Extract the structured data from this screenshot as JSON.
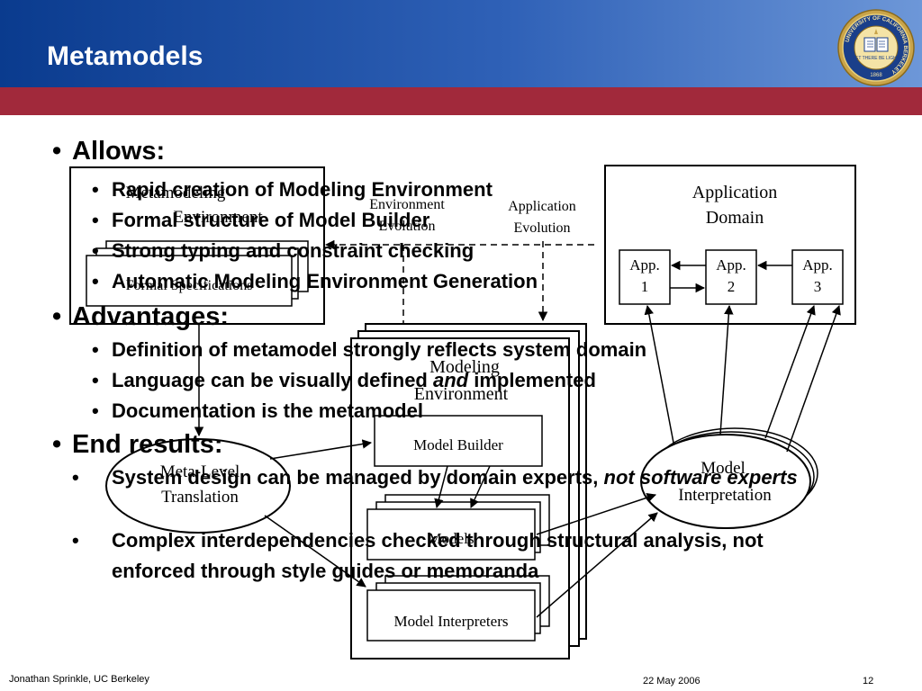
{
  "slide": {
    "title": "Metamodels",
    "footer_author": "Jonathan Sprinkle, UC Berkeley",
    "footer_date": "22 May 2006",
    "page_number": "12",
    "seal_text": "UNIVERSITY OF CALIFORNIA BERKELEY",
    "seal_year": "1868",
    "seal_motto": "LET THERE BE LIGHT"
  },
  "bullets": {
    "allows": {
      "heading": "Allows:",
      "items": [
        "Rapid creation of Modeling Environment",
        "Formal structure of Model Builder",
        "Strong typing and constraint checking",
        "Automatic Modeling Environment Generation"
      ]
    },
    "advantages": {
      "heading": "Advantages:",
      "items": [
        "Definition of metamodel strongly reflects system domain",
        "Language can be visually defined ",
        "and",
        " implemented",
        "Documentation is the metamodel"
      ]
    },
    "end_results": {
      "heading": "End results:",
      "item1_part1": "System design can be managed by domain experts, ",
      "item1_part2": "not software experts",
      "item2": "Complex interdependencies checked through structural analysis, not enforced through style guides or memoranda"
    }
  },
  "diagram": {
    "metamodeling_env": [
      "Metamodeling",
      "Environment"
    ],
    "formal_spec": "Formal Specifications",
    "env_evolution": [
      "Environment",
      "Evolution"
    ],
    "app_evolution": [
      "Application",
      "Evolution"
    ],
    "app_domain": [
      "Application",
      "Domain"
    ],
    "apps": [
      {
        "label": [
          "App.",
          "1"
        ]
      },
      {
        "label": [
          "App.",
          "2"
        ]
      },
      {
        "label": [
          "App.",
          "3"
        ]
      }
    ],
    "modeling_env": [
      "Modeling",
      "Environment"
    ],
    "model_builder": "Model Builder",
    "models": "Models",
    "model_interpreters": "Model Interpreters",
    "meta_level_translation": [
      "Meta-Level",
      "Translation"
    ],
    "model_interpretation": [
      "Model",
      "Interpretation"
    ]
  }
}
